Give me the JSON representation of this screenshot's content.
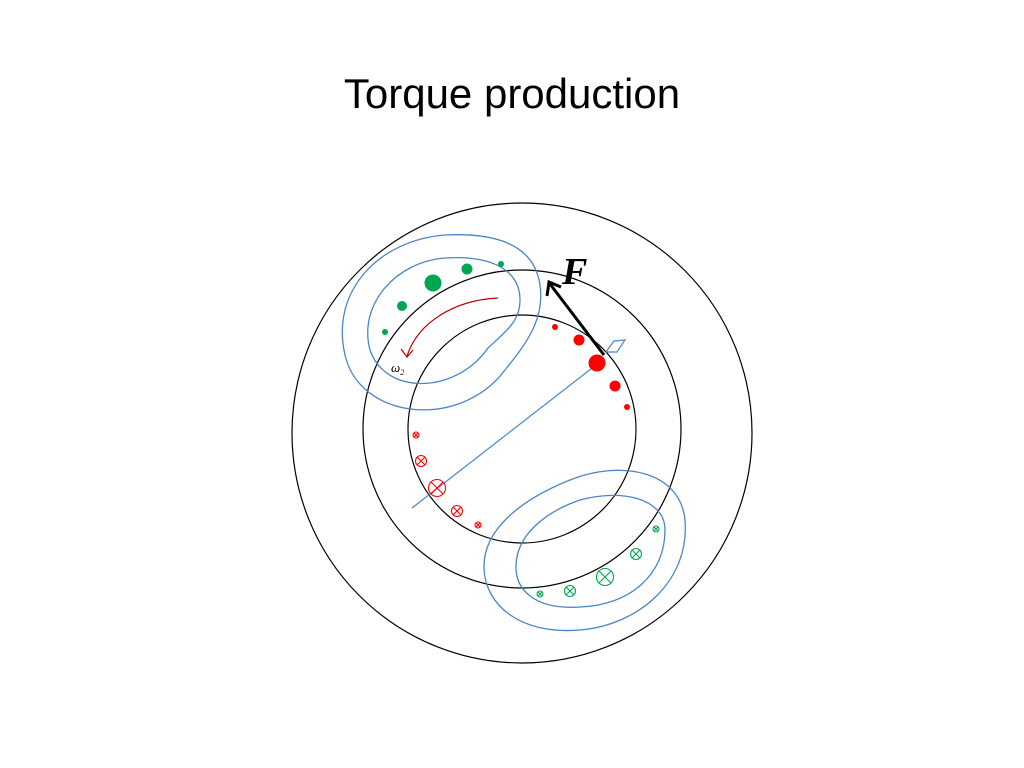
{
  "slide": {
    "title": "Torque production"
  },
  "diagram": {
    "force_label": "F",
    "omega_label": "ω",
    "omega_subscript": "2"
  },
  "colors": {
    "stator_circles": "#000000",
    "rotor_dots": "#ff0000",
    "field_dots": "#00a550",
    "coil_lines": "#4a86c8",
    "rotation_arrow": "#c00000",
    "force_arrow": "#000000"
  },
  "icons": {
    "dot": "current-out-of-page-icon",
    "cross": "current-into-page-icon"
  }
}
